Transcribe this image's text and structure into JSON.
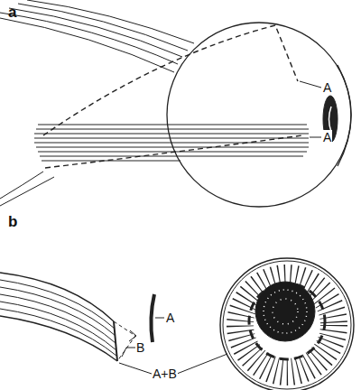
{
  "diagram": {
    "labels": [
      "a",
      "A",
      "A",
      "b",
      "A",
      "B",
      "A+B"
    ]
  }
}
